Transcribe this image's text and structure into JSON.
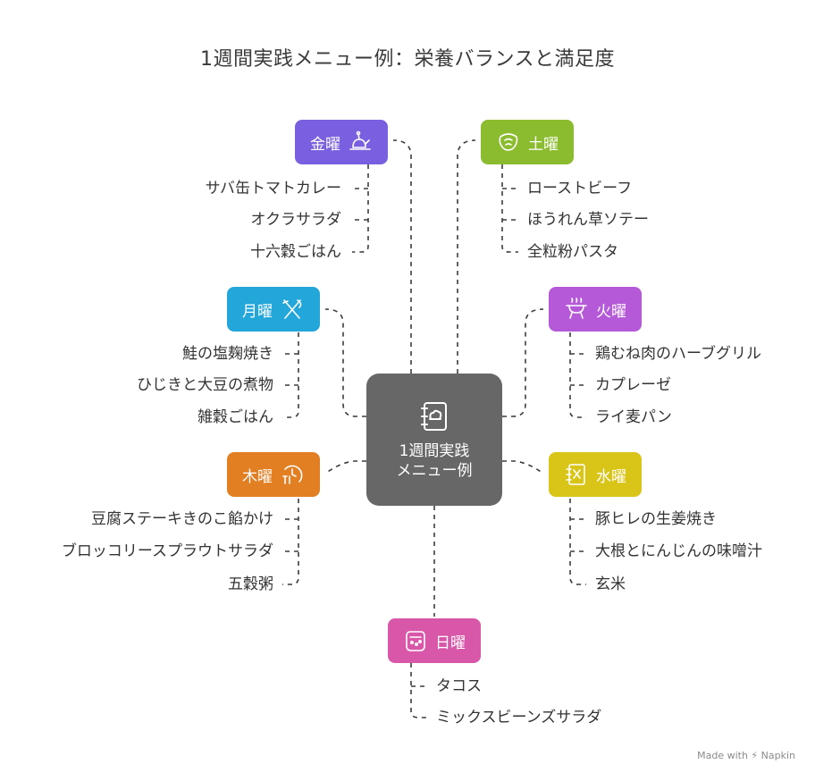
{
  "title": "1週間実践メニュー例：栄養バランスと満足度",
  "center": {
    "line1": "1週間実践",
    "line2": "メニュー例",
    "icon": "recipe-book-icon"
  },
  "days": {
    "fri": {
      "label": "金曜",
      "icon": "roast-chicken-icon",
      "color": "#7a5fe0",
      "items": [
        "サバ缶トマトカレー",
        "オクラサラダ",
        "十六穀ごはん"
      ]
    },
    "mon": {
      "label": "月曜",
      "icon": "fork-knife-icon",
      "color": "#23a6d9",
      "items": [
        "鮭の塩麹焼き",
        "ひじきと大豆の煮物",
        "雑穀ごはん"
      ]
    },
    "thu": {
      "label": "木曜",
      "icon": "meal-time-icon",
      "color": "#e27f23",
      "items": [
        "豆腐ステーキきのこ餡かけ",
        "ブロッコリースプラウトサラダ",
        "五穀粥"
      ]
    },
    "sat": {
      "label": "土曜",
      "icon": "meat-icon",
      "color": "#8bbc2f",
      "items": [
        "ローストビーフ",
        "ほうれん草ソテー",
        "全粒粉パスタ"
      ]
    },
    "tue": {
      "label": "火曜",
      "icon": "grill-icon",
      "color": "#b559d8",
      "items": [
        "鶏むね肉のハーブグリル",
        "カプレーゼ",
        "ライ麦パン"
      ]
    },
    "wed": {
      "label": "水曜",
      "icon": "menu-book-icon",
      "color": "#d9c518",
      "items": [
        "豚ヒレの生姜焼き",
        "大根とにんじんの味噌汁",
        "玄米"
      ]
    },
    "sun": {
      "label": "日曜",
      "icon": "taco-icon",
      "color": "#d957a9",
      "items": [
        "タコス",
        "ミックスビーンズサラダ"
      ]
    }
  },
  "footer": "Made with ⚡ Napkin"
}
